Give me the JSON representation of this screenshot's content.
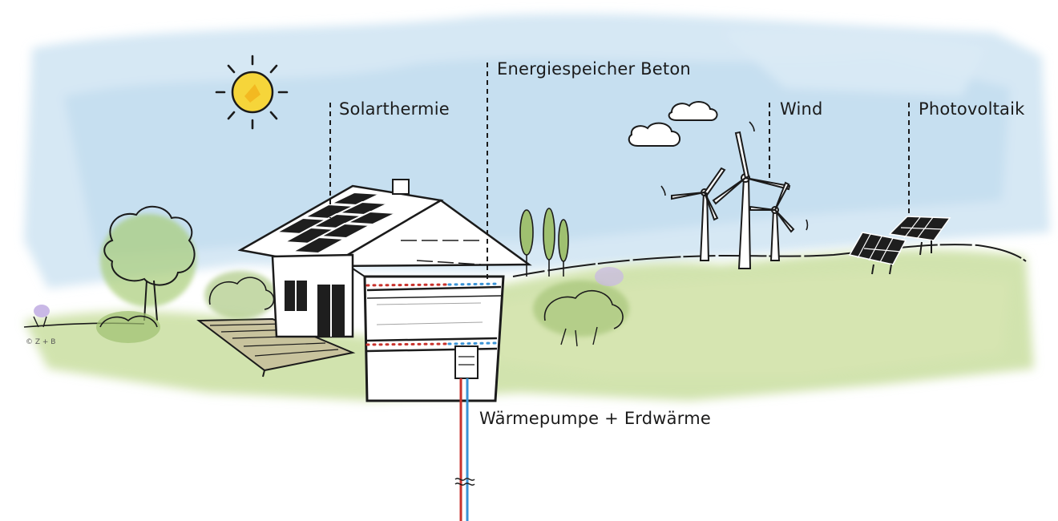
{
  "labels": {
    "solarthermie": "Solarthermie",
    "energiespeicher": "Energiespeicher Beton",
    "wind": "Wind",
    "photovoltaik": "Photovoltaik",
    "waermepumpe": "Wärmepumpe + Erdwärme"
  },
  "credit": "© Z + B",
  "colors": {
    "sky": "#cfe4f2",
    "grass": "#c9dea0",
    "hot_pipe": "#c8322c",
    "cold_pipe": "#3a93d6",
    "sun": "#f6d53a",
    "ink": "#1b1b1b"
  }
}
